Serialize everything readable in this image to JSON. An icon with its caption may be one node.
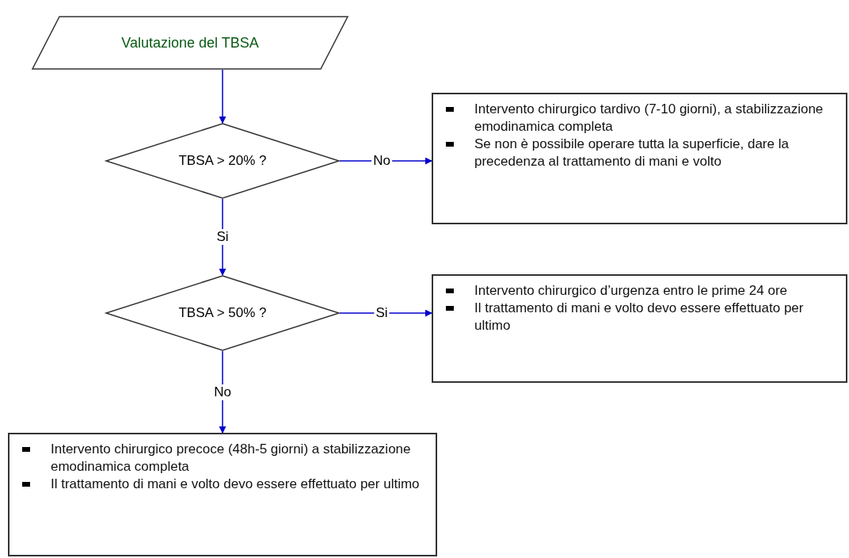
{
  "diagram": {
    "nodes": [
      {
        "text": [
          "Valutazione del TBSA"
        ]
      },
      {
        "text": [
          "TBSA > 20% ?"
        ]
      },
      {
        "text": [
          "Intervento chirurgico tardivo (7-10 giorni), a stabilizzazione emodinamica completa",
          "Se non è possibile operare tutta la superficie, dare la precedenza al trattamento di mani e volto"
        ]
      },
      {
        "text": [
          "TBSA > 50% ?"
        ]
      },
      {
        "text": [
          "Intervento chirurgico d’urgenza entro le prime 24 ore",
          "Il trattamento di mani e volto devo essere effettuato per ultimo"
        ]
      },
      {
        "text": [
          "Intervento chirurgico precoce (48h-5 giorni) a stabilizzazione emodinamica completa",
          "Il trattamento di mani e volto devo essere effettuato per ultimo"
        ]
      }
    ],
    "edges": [
      {
        "from": 0,
        "to": 1,
        "arrow": "to"
      },
      {
        "from": 1,
        "to": 2,
        "arrow": "to",
        "label": "No"
      },
      {
        "from": 1,
        "to": 3,
        "arrow": "to",
        "label": "Si"
      },
      {
        "from": 3,
        "to": 4,
        "arrow": "to",
        "label": "Si"
      },
      {
        "from": 3,
        "to": 5,
        "arrow": "to",
        "label": "No"
      }
    ]
  }
}
